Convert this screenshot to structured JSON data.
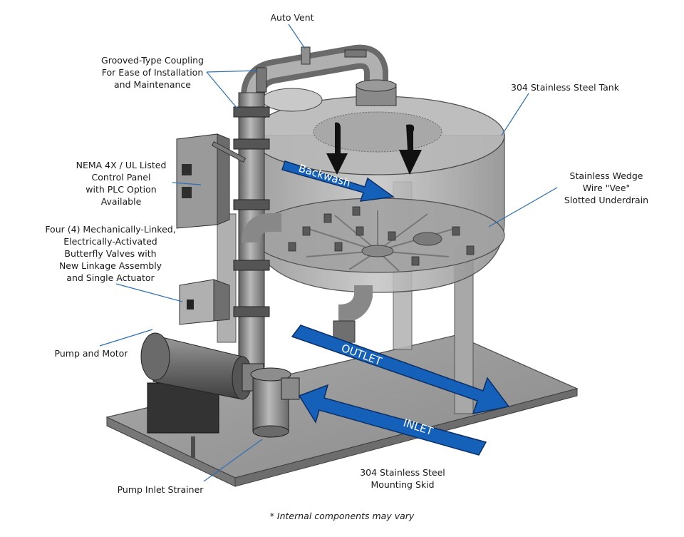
{
  "labels": {
    "auto_vent": [
      "Auto Vent"
    ],
    "coupling": [
      "Grooved-Type Coupling",
      "For Ease of Installation",
      "and Maintenance"
    ],
    "tank": [
      "304 Stainless Steel Tank"
    ],
    "control_panel": [
      "NEMA 4X / UL Listed",
      "Control Panel",
      "with PLC Option",
      "Available"
    ],
    "underdrain": [
      "Stainless Wedge",
      "Wire \"Vee\"",
      "Slotted Underdrain"
    ],
    "valves": [
      "Four (4) Mechanically-Linked,",
      "Electrically-Activated",
      "Butterfly Valves with",
      "New Linkage Assembly",
      "and Single Actuator"
    ],
    "pump": [
      "Pump and Motor"
    ],
    "strainer": [
      "Pump Inlet Strainer"
    ],
    "skid": [
      "304 Stainless Steel",
      "Mounting Skid"
    ]
  },
  "arrows": {
    "backwash": "Backwash",
    "outlet": "OUTLET",
    "inlet": "INLET"
  },
  "footnote": "* Internal components may vary",
  "colors": {
    "flow_arrow": "#1560b8",
    "flow_arrow_outline": "#0b2f66",
    "steel": "#9a9a9a",
    "steel_dark": "#5e5e5e",
    "leader_line": "#2d6fb5"
  }
}
